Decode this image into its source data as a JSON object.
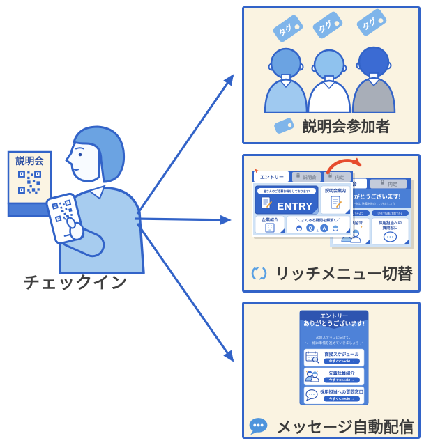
{
  "scene": {
    "poster_title": "説明会",
    "checkin_label": "チェックイン"
  },
  "participants": {
    "label": "説明会参加者",
    "tags": [
      "タグ",
      "タグ",
      "タグ"
    ]
  },
  "richmenu": {
    "label": "リッチメニュー切替",
    "front": {
      "tabs": {
        "entry": "エントリー",
        "session": "説明会",
        "offer": "内定"
      },
      "entry_badge": "皆さんのご応募お待ちしております!",
      "entry_title": "ENTRY",
      "card_info": "説明会案内",
      "card_company": "企業紹介",
      "card_faq": "＼ よくある疑問を解消! ／",
      "q": "Q",
      "amp": "&",
      "a": "A"
    },
    "back": {
      "tabs": {
        "session": "説明会",
        "offer": "内定"
      },
      "header": "ありがとうございます!",
      "subheader": "て、一緒に準備を進めていきましょう",
      "pill_left": "先輩の声をきいてみよう",
      "pill_right": "LINEで気軽に質問できる",
      "card_senior": "先輩社員紹介",
      "card_contact_l1": "採用担当への",
      "card_contact_l2": "質問窓口"
    }
  },
  "message": {
    "label": "メッセージ自動配信",
    "header_l1": "エントリー",
    "header_l2": "ありがとうございます!",
    "sub_l1": "次のステップに向けて、",
    "sub_l2": "＼ 一緒に準備を進めていきましょう ／",
    "items": [
      {
        "title": "面接スケジュール",
        "button": "今すぐCheck! →"
      },
      {
        "title": "先輩社員紹介",
        "button": "今すぐCheck! →"
      },
      {
        "title": "採用担当への質問窓口",
        "button": "今すぐCheck! →"
      }
    ]
  },
  "colors": {
    "accent_blue": "#3263C8",
    "light_blue": "#7FB5EA",
    "cream": "#FAF3E1",
    "red_arrow": "#E64C2E",
    "text_dark": "#3A3A3A"
  }
}
